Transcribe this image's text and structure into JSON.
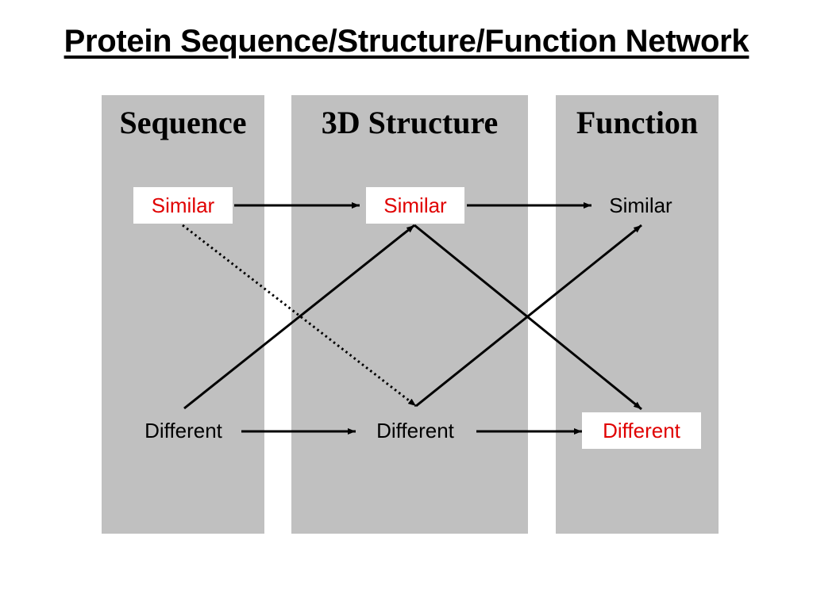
{
  "title": "Protein Sequence/Structure/Function Network",
  "columns": [
    {
      "header": "Sequence"
    },
    {
      "header": "3D Structure"
    },
    {
      "header": "Function"
    }
  ],
  "nodes": {
    "seq_similar": {
      "label": "Similar",
      "color": "#e00000",
      "boxed": true
    },
    "struct_similar": {
      "label": "Similar",
      "color": "#e00000",
      "boxed": true
    },
    "func_similar": {
      "label": "Similar",
      "color": "#000000",
      "boxed": false
    },
    "seq_different": {
      "label": "Different",
      "color": "#000000",
      "boxed": false
    },
    "struct_different": {
      "label": "Different",
      "color": "#000000",
      "boxed": false
    },
    "func_different": {
      "label": "Different",
      "color": "#e00000",
      "boxed": true
    }
  },
  "edges": [
    {
      "from": "seq_similar",
      "to": "struct_similar",
      "style": "solid"
    },
    {
      "from": "struct_similar",
      "to": "func_similar",
      "style": "solid"
    },
    {
      "from": "seq_different",
      "to": "struct_different",
      "style": "solid"
    },
    {
      "from": "struct_different",
      "to": "func_different",
      "style": "solid"
    },
    {
      "from": "seq_different",
      "to": "struct_similar",
      "style": "solid"
    },
    {
      "from": "struct_similar",
      "to": "func_different",
      "style": "solid"
    },
    {
      "from": "struct_different",
      "to": "func_similar",
      "style": "solid"
    },
    {
      "from": "seq_similar",
      "to": "struct_different",
      "style": "dotted"
    }
  ],
  "colors": {
    "column_bg": "#c0c0c0",
    "highlight": "#e00000",
    "line": "#000000"
  }
}
